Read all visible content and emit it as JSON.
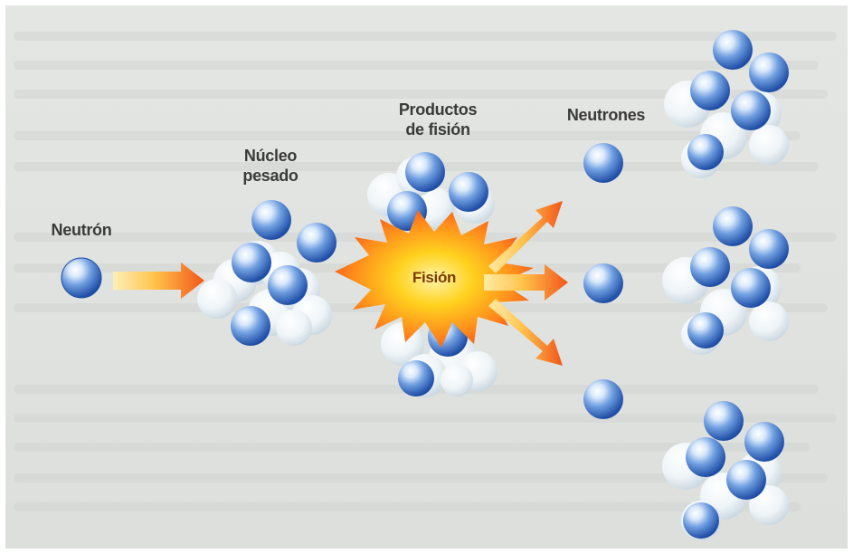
{
  "labels": {
    "neutron": "Neutrón",
    "heavy_nucleus": "Núcleo\npesado",
    "fission_products": "Productos\nde fisión",
    "neutrons": "Neutrones",
    "fission": "Fisión"
  },
  "colors": {
    "background": "#e6e7e5",
    "neutron_blue": "#2f5fb8",
    "proton_white": "#f2f6f8",
    "arrow_orange": "#f26a1b",
    "blast_yellow": "#ffd21e",
    "text": "#3a3a3a"
  }
}
